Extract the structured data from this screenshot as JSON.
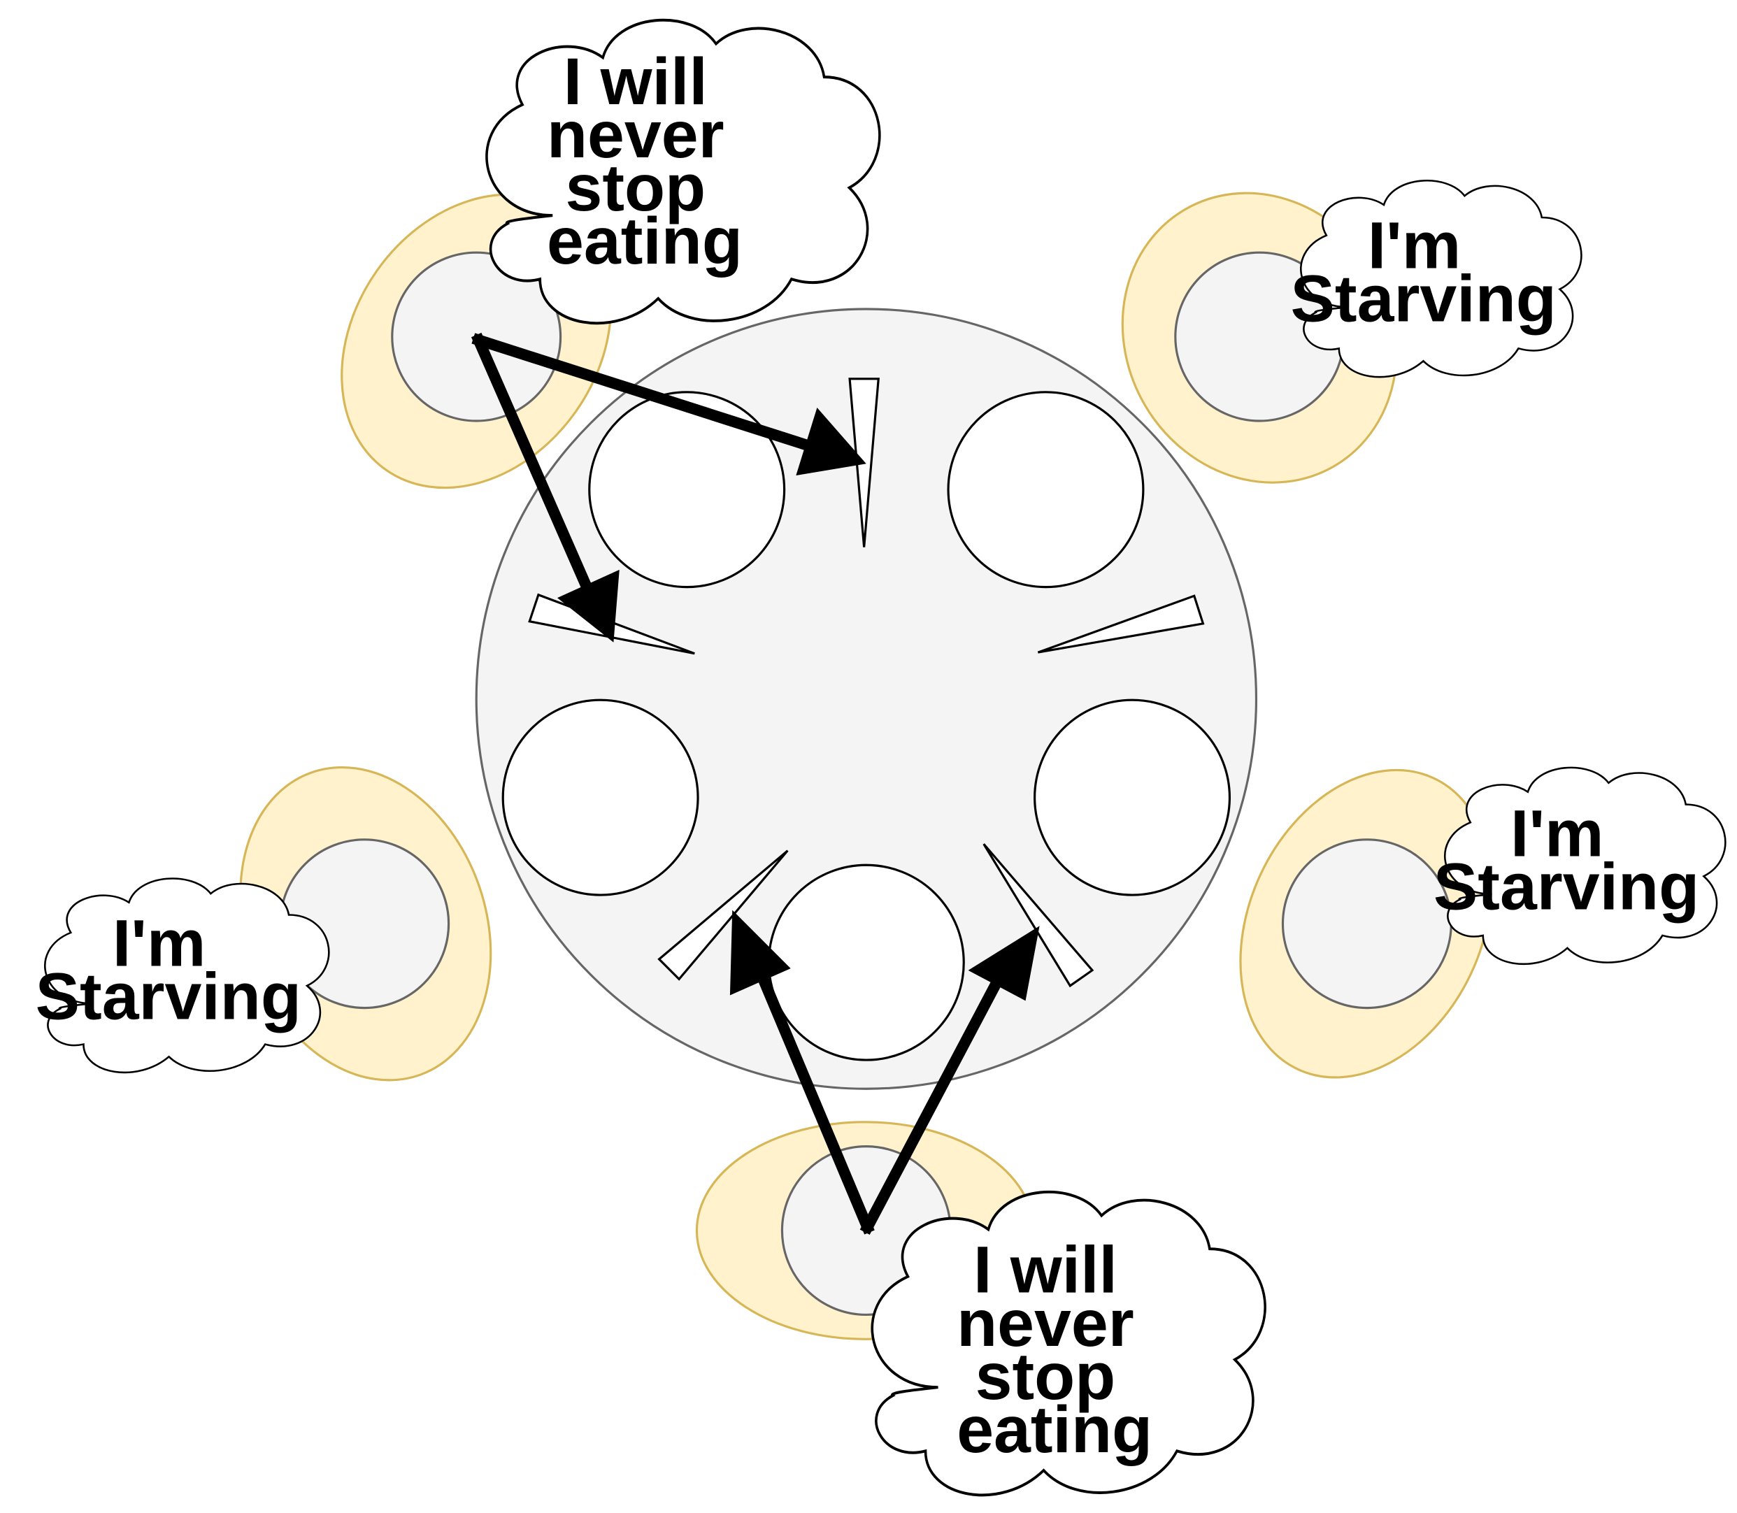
{
  "colors": {
    "table_fill": "#f4f4f4",
    "table_stroke": "#666666",
    "chair_fill": "#fff2cc",
    "chair_stroke": "#d6b656",
    "head_fill": "#f4f4f4",
    "head_stroke": "#666666",
    "plate_fill": "#ffffff",
    "outline": "#000000",
    "arrow": "#000000",
    "background": "#ffffff"
  },
  "bubbles": [
    {
      "id": "top",
      "lines": [
        "I will",
        "never",
        "stop",
        "eating"
      ]
    },
    {
      "id": "upper-right",
      "lines": [
        "I'm",
        "Starving"
      ]
    },
    {
      "id": "right",
      "lines": [
        "I'm",
        "Starving"
      ]
    },
    {
      "id": "left",
      "lines": [
        "I'm",
        "Starving"
      ]
    },
    {
      "id": "bottom",
      "lines": [
        "I will",
        "never",
        "stop",
        "eating"
      ]
    }
  ]
}
